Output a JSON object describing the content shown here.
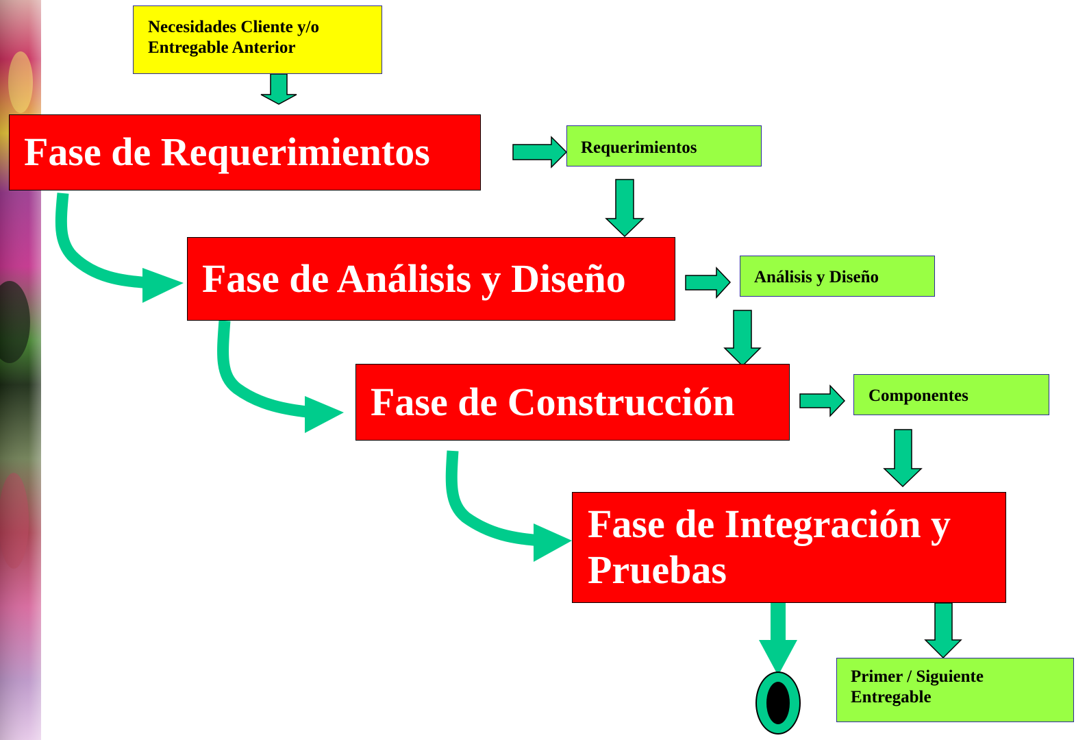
{
  "colors": {
    "phase_fill": "#ff0000",
    "artifact_fill": "#99ff44",
    "input_fill": "#ffff00",
    "arrow_fill": "#00cc8c"
  },
  "input": {
    "line1": "Necesidades Cliente y/o",
    "line2": "Entregable Anterior"
  },
  "phases": {
    "requirements": "Fase de Requerimientos",
    "analysis_design": "Fase de Análisis y Diseño",
    "construction": "Fase de Construcción",
    "integration_line1": "Fase de Integración y",
    "integration_line2": "Pruebas"
  },
  "artifacts": {
    "requirements": "Requerimientos",
    "analysis_design": "Análisis y Diseño",
    "components": "Componentes",
    "deliverable_line1": "Primer / Siguiente",
    "deliverable_line2": "Entregable"
  }
}
